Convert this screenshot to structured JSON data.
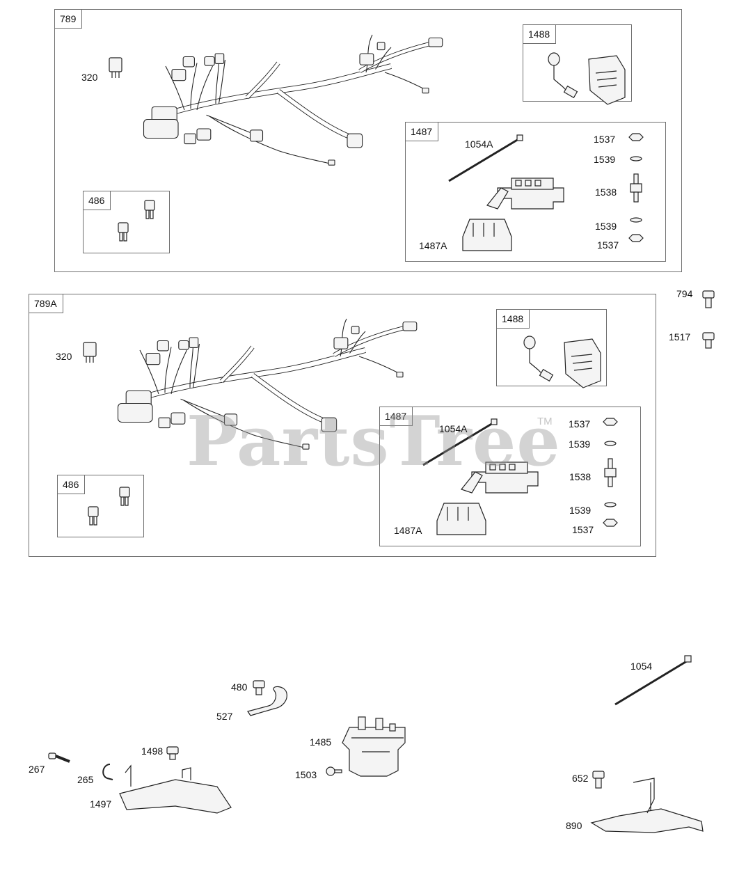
{
  "watermark": {
    "text": "PartsTree",
    "tm": "TM"
  },
  "frames": {
    "top": {
      "tag": "789"
    },
    "top_486": {
      "tag": "486"
    },
    "top_1488": {
      "tag": "1488"
    },
    "top_1487": {
      "tag": "1487"
    },
    "mid": {
      "tag": "789A"
    },
    "mid_486": {
      "tag": "486"
    },
    "mid_1488": {
      "tag": "1488"
    },
    "mid_1487": {
      "tag": "1487"
    }
  },
  "labels": {
    "top_320": "320",
    "top_1054A": "1054A",
    "top_1487A": "1487A",
    "top_1537a": "1537",
    "top_1539a": "1539",
    "top_1538": "1538",
    "top_1539b": "1539",
    "top_1537b": "1537",
    "mid_320": "320",
    "mid_1054A": "1054A",
    "mid_1487A": "1487A",
    "mid_1537a": "1537",
    "mid_1539a": "1539",
    "mid_1538": "1538",
    "mid_1539b": "1539",
    "mid_1537b": "1537",
    "p794": "794",
    "p1517": "1517",
    "p1054": "1054",
    "p480": "480",
    "p527": "527",
    "p1485": "1485",
    "p1503": "1503",
    "p1498": "1498",
    "p267": "267",
    "p265": "265",
    "p1497": "1497",
    "p652": "652",
    "p890": "890"
  },
  "colors": {
    "line": "#222222",
    "frame": "#6f6f6f",
    "fill": "#f4f4f4",
    "watermark": "#969696"
  }
}
